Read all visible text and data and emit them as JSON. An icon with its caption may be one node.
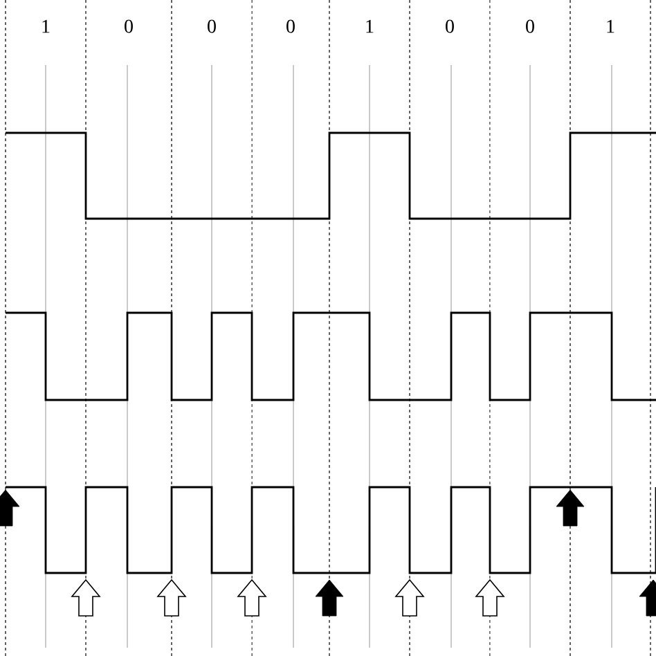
{
  "diagram": {
    "labels": [
      "1",
      "0",
      "0",
      "0",
      "1",
      "0",
      "0",
      "1"
    ]
  }
}
